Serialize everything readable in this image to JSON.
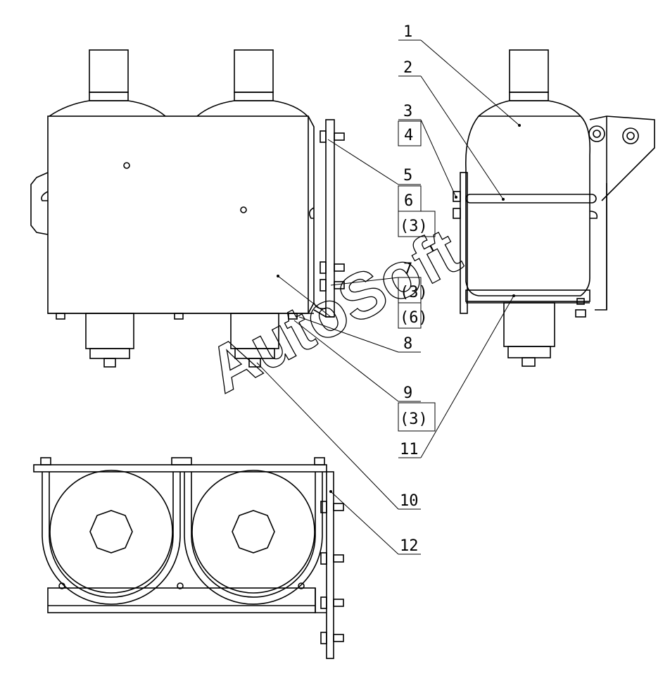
{
  "callouts": {
    "c1": "1",
    "c2": "2",
    "c3": "3",
    "c4": "4",
    "c5": "5",
    "c6": "6",
    "c6q": "(3)",
    "c7": "7",
    "c7q": "(3)",
    "c7r": "(6)",
    "c8": "8",
    "c9": "9",
    "c9q": "(3)",
    "c10": "10",
    "c11": "11",
    "c12": "12"
  },
  "watermark": {
    "text": "AutoSoft",
    "color": "#000000"
  },
  "colors": {
    "ink": "#000000",
    "paper": "#ffffff"
  }
}
